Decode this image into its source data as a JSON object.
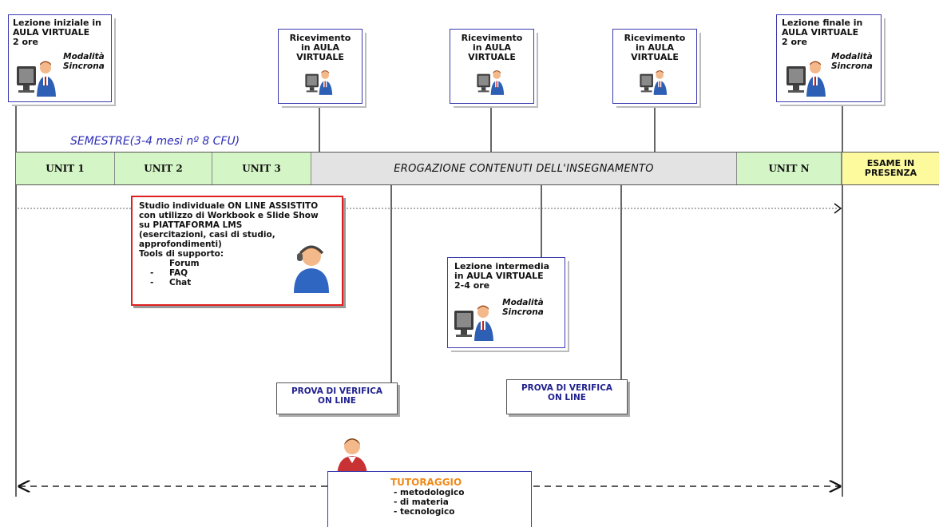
{
  "lessons": {
    "initial": {
      "lines": [
        "Lezione iniziale in",
        "AULA VIRTUALE",
        "2 ore"
      ],
      "mode": [
        "Modalità",
        "Sincrona"
      ]
    },
    "final": {
      "lines": [
        "Lezione finale in",
        "AULA VIRTUALE",
        "2 ore"
      ],
      "mode": [
        "Modalità",
        "Sincrona"
      ]
    },
    "intermediate": {
      "lines": [
        "Lezione intermedia",
        "in AULA VIRTUALE",
        "2-4 ore"
      ],
      "mode": [
        "Modalità",
        "Sincrona"
      ]
    }
  },
  "ricevimento": {
    "lines": [
      "Ricevimento",
      "in AULA",
      "VIRTUALE"
    ]
  },
  "semestre": "SEMESTRE(3-4 mesi  nº 8 CFU)",
  "timeline": {
    "unit1": "UNIT 1",
    "unit2": "UNIT 2",
    "unit3": "UNIT 3",
    "erogazione": "EROGAZIONE CONTENUTI DELL'INSEGNAMENTO",
    "unitN": "UNIT N",
    "esame": [
      "ESAME IN",
      "PRESENZA"
    ]
  },
  "studio": {
    "lines": [
      "Studio individuale ON LINE ASSISTITO",
      "con utilizzo di Workbook e Slide Show",
      "su PIATTAFORMA LMS",
      "(esercitazioni, casi di studio,",
      "approfondimenti)",
      "Tools di supporto:",
      "Forum",
      "FAQ",
      "Chat"
    ]
  },
  "verifica": [
    "PROVA DI VERIFICA",
    "ON LINE"
  ],
  "tutoraggio": {
    "title": "TUTORAGGIO",
    "items": [
      "- metodologico",
      "- di materia",
      "- tecnologico"
    ]
  },
  "colors": {
    "box_border": "#3b3bb0",
    "unit_green": "#d4f5c6",
    "esame_yellow": "#fdfa9e",
    "studio_red": "#e02020",
    "tutor_orange": "#f08a1a",
    "arrow_red": "#e02020"
  }
}
